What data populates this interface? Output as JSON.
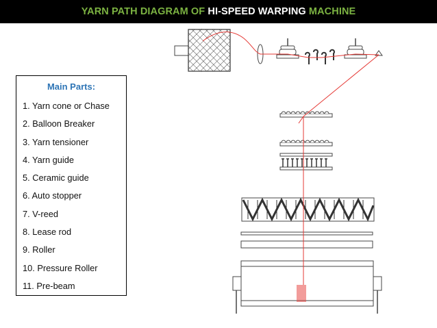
{
  "title": {
    "part1": "YARN PATH DIAGRAM OF ",
    "part2": "HI-SPEED WARPING",
    "part3": " MACHINE"
  },
  "parts_box": {
    "heading": "Main Parts:",
    "items": [
      "1.  Yarn cone or Chase",
      "2.  Balloon Breaker",
      "3.  Yarn tensioner",
      "4.  Yarn guide",
      "5.  Ceramic guide",
      "6.  Auto stopper",
      "7.  V-reed",
      "8.  Lease rod",
      "9.  Roller",
      "10. Pressure Roller",
      "11. Pre-beam"
    ]
  },
  "colors": {
    "title_accent": "#7cb342",
    "heading": "#2e75b6",
    "yarn": "#e53935"
  }
}
